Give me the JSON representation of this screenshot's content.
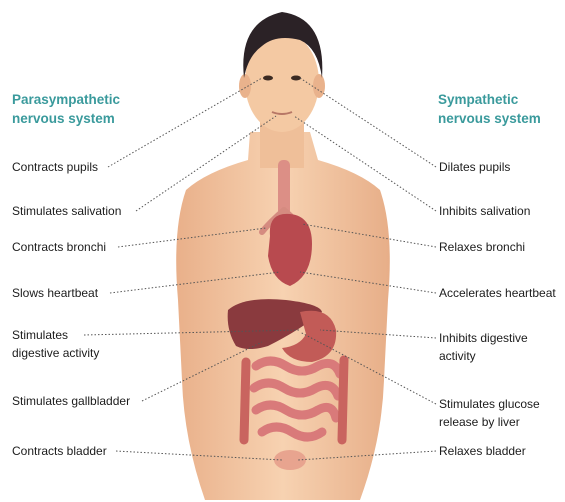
{
  "colors": {
    "heading": "#3a9a9c",
    "text": "#1c1c1c",
    "skin": "#f4c9a3",
    "skin_shadow": "#dca078",
    "hair": "#2b2226",
    "leader_line": "#555555",
    "organ_red": "#b0464a",
    "organ_pink": "#d97a7a"
  },
  "parasympathetic": {
    "title_lines": [
      "Parasympathetic",
      "nervous system"
    ],
    "effects": [
      {
        "lines": [
          "Contracts pupils"
        ]
      },
      {
        "lines": [
          "Stimulates salivation"
        ]
      },
      {
        "lines": [
          "Contracts bronchi"
        ]
      },
      {
        "lines": [
          "Slows heartbeat"
        ]
      },
      {
        "lines": [
          "Stimulates",
          "digestive activity"
        ]
      },
      {
        "lines": [
          "Stimulates gallbladder"
        ]
      },
      {
        "lines": [
          "Contracts bladder"
        ]
      }
    ]
  },
  "sympathetic": {
    "title_lines": [
      "Sympathetic",
      "nervous system"
    ],
    "effects": [
      {
        "lines": [
          "Dilates pupils"
        ]
      },
      {
        "lines": [
          "Inhibits salivation"
        ]
      },
      {
        "lines": [
          "Relaxes bronchi"
        ]
      },
      {
        "lines": [
          "Accelerates heartbeat"
        ]
      },
      {
        "lines": [
          "Inhibits digestive",
          "activity"
        ]
      },
      {
        "lines": [
          "Stimulates glucose",
          "release by liver"
        ]
      },
      {
        "lines": [
          "Relaxes bladder"
        ]
      }
    ]
  },
  "figure_icons": {
    "body": "human-torso-illustration",
    "organs": [
      "trachea",
      "lungs",
      "heart",
      "liver",
      "stomach",
      "intestines",
      "bladder"
    ]
  }
}
